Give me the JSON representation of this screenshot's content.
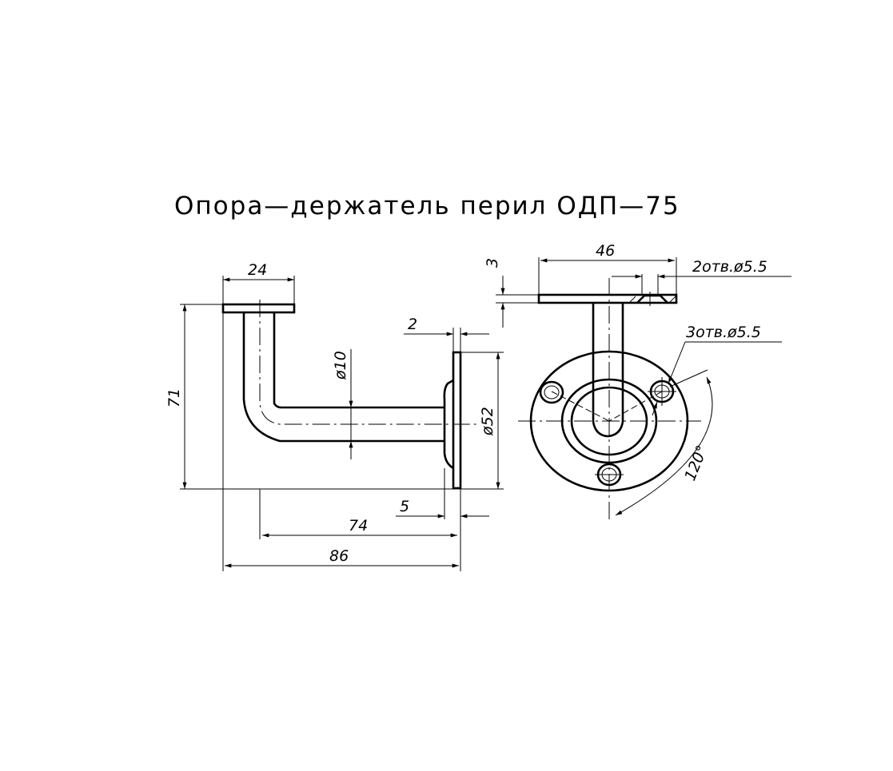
{
  "title": "Опора—держатель перил ОДП—75",
  "side_view": {
    "dimensions": {
      "plate_width": "24",
      "height": "71",
      "tube_diameter": "ø10",
      "flange_thickness": "2",
      "flange_diameter": "ø52",
      "boss_offset": "5",
      "axis_length": "74",
      "overall_length": "86"
    }
  },
  "front_view": {
    "dimensions": {
      "plate_thickness": "3",
      "plate_width": "46",
      "top_holes": "2отв.ø5.5",
      "flange_holes": "3отв.ø5.5",
      "hole_angle": "120°"
    }
  },
  "colors": {
    "line": "#000000",
    "background": "#ffffff"
  }
}
